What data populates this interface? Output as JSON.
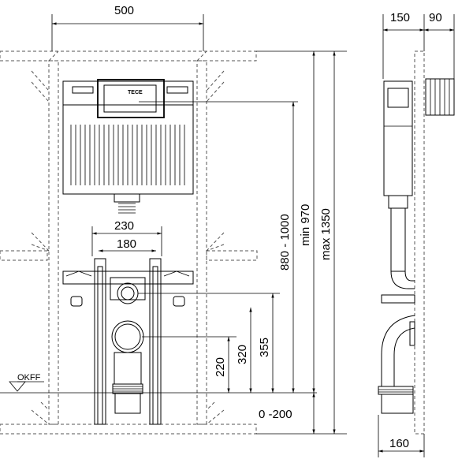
{
  "front_view": {
    "width_dim": "500",
    "pipe_230": "230",
    "pipe_180": "180",
    "okff_label": "OKFF",
    "h_220": "220",
    "h_320": "320",
    "h_355": "355",
    "h_880_1000": "880 - 1000",
    "h_min970": "min 970",
    "h_max1350": "max 1350",
    "h_0_200": "0 -200",
    "brand_text": "TECE"
  },
  "side_view": {
    "depth_150": "150",
    "depth_90": "90",
    "depth_160": "160"
  }
}
